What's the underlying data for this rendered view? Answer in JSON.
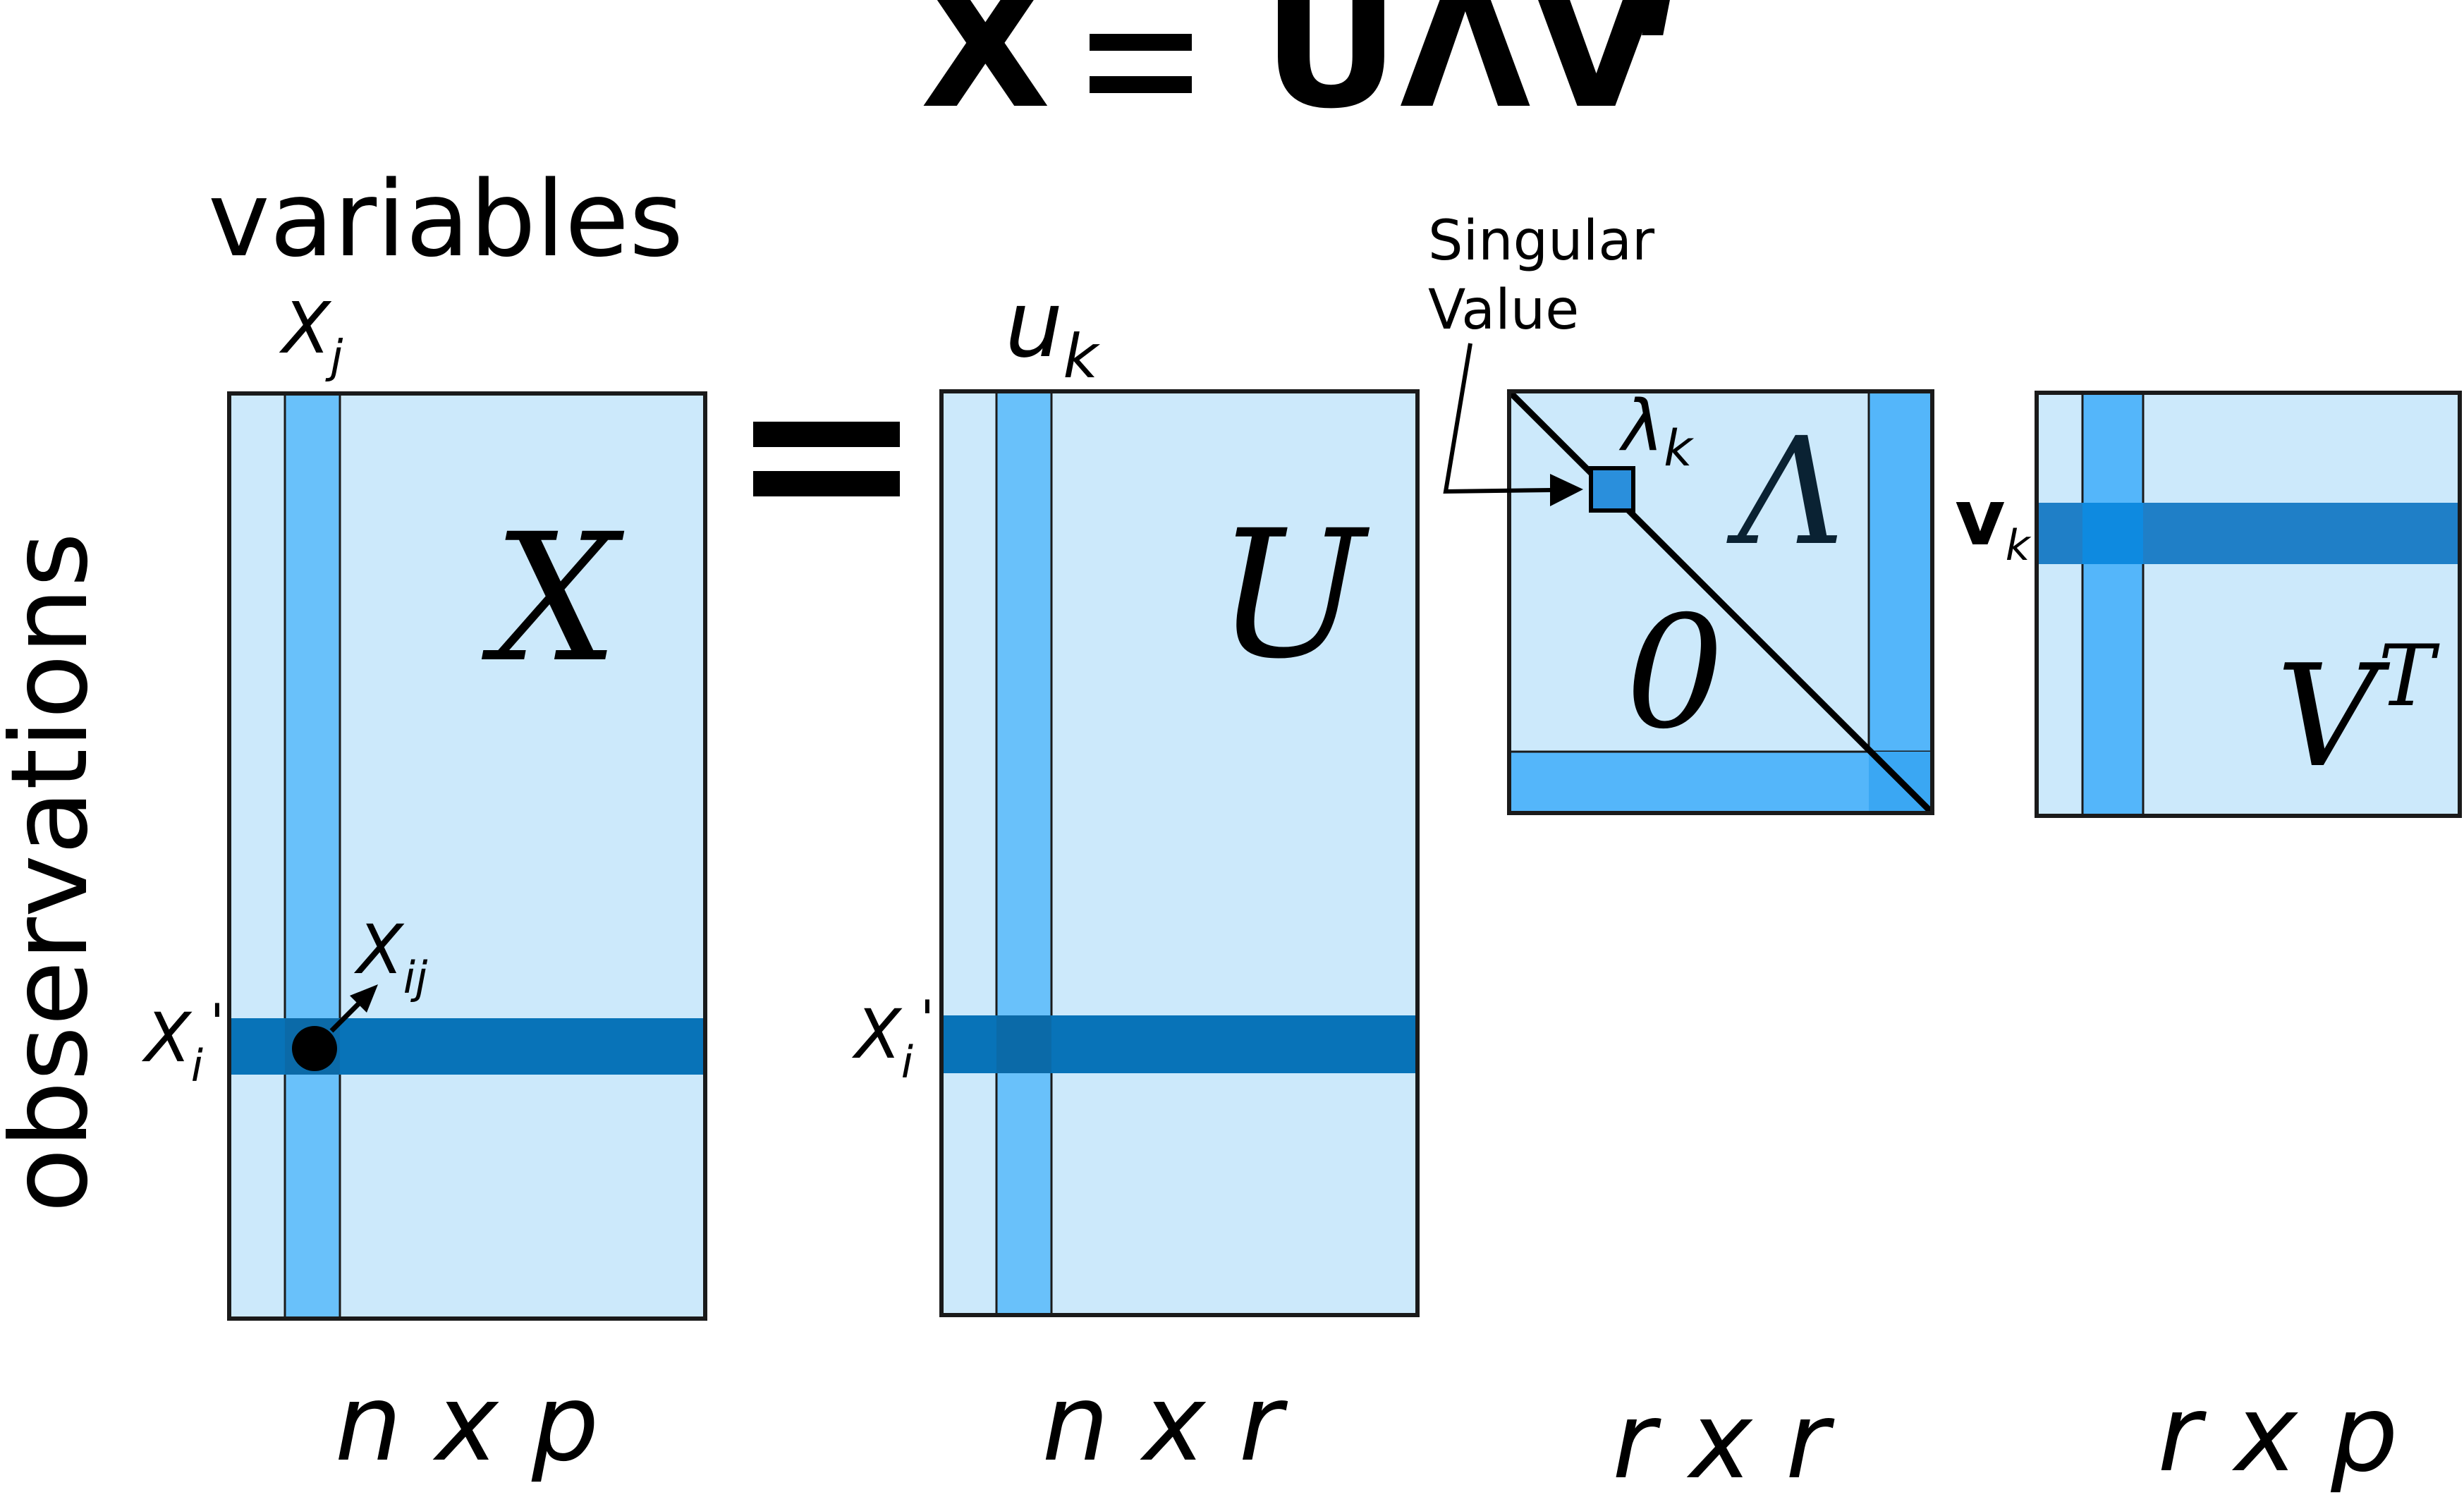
{
  "title": {
    "lhs": "X",
    "eq": "=",
    "rhs": "UΛV",
    "sup": "T"
  },
  "labels": {
    "variables": "variables",
    "observations": "observations",
    "singular_line1": "Singular",
    "singular_line2": "Value"
  },
  "matrix_x": {
    "name": "X",
    "col_label": "X",
    "col_sub": "j",
    "row_label": "X",
    "row_sub": "i",
    "row_prime": "'",
    "elem_label": "X",
    "elem_sub": "ij",
    "dims": "n x p"
  },
  "matrix_u": {
    "name": "U",
    "col_label": "u",
    "col_sub": "k",
    "row_label": "X",
    "row_sub": "i",
    "row_prime": "'",
    "dims": "n x r"
  },
  "matrix_lambda": {
    "name": "Λ",
    "zero": "0",
    "elem_label": "λ",
    "elem_sub": "k",
    "dims": "r x r"
  },
  "matrix_vt": {
    "name": "V",
    "name_sup": "T",
    "row_label": "v",
    "row_sub": "k",
    "dims": "r x p"
  },
  "colors": {
    "base": "#cce9fb",
    "col": "#69c1fa",
    "row": "#0873b8",
    "lambda_band": "#54b6fa",
    "vt_row": "#1f7fc7",
    "vt_cross": "#0e8ae0",
    "outline": "#1a1a1a"
  }
}
